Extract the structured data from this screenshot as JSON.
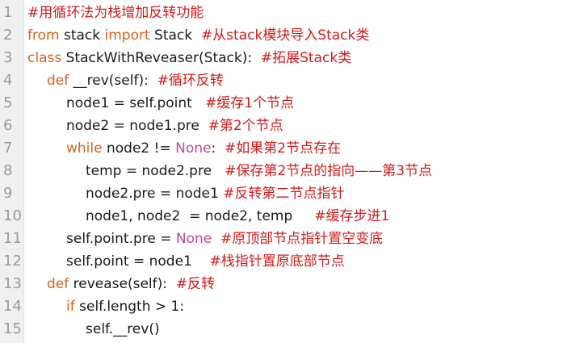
{
  "editor": {
    "colors": {
      "keyword": "#d6621a",
      "none_constant": "#c0479a",
      "comment": "#d31a1a",
      "text": "#1a1a1a",
      "line_number": "#9a9a9a"
    },
    "lines": [
      {
        "num": "1",
        "indent": 0,
        "tokens": [
          {
            "t": "#用循环法为栈增加反转功能",
            "c": "cm"
          }
        ]
      },
      {
        "num": "2",
        "indent": 0,
        "tokens": [
          {
            "t": "from",
            "c": "kw"
          },
          {
            "t": " stack ",
            "c": ""
          },
          {
            "t": "import",
            "c": "kw"
          },
          {
            "t": " Stack  ",
            "c": ""
          },
          {
            "t": "#从stack模块导入Stack类",
            "c": "cm"
          }
        ]
      },
      {
        "num": "3",
        "indent": 0,
        "tokens": [
          {
            "t": "class",
            "c": "kw"
          },
          {
            "t": " StackWithReveaser(Stack):  ",
            "c": ""
          },
          {
            "t": "#拓展Stack类",
            "c": "cm"
          }
        ]
      },
      {
        "num": "4",
        "indent": 1,
        "tokens": [
          {
            "t": "def",
            "c": "kw"
          },
          {
            "t": " __rev(self):  ",
            "c": ""
          },
          {
            "t": "#循环反转",
            "c": "cm"
          }
        ]
      },
      {
        "num": "5",
        "indent": 2,
        "tokens": [
          {
            "t": "node1 = self.point   ",
            "c": ""
          },
          {
            "t": "#缓存1个节点",
            "c": "cm"
          }
        ]
      },
      {
        "num": "6",
        "indent": 2,
        "tokens": [
          {
            "t": "node2 = node1.pre  ",
            "c": ""
          },
          {
            "t": "#第2个节点",
            "c": "cm"
          }
        ]
      },
      {
        "num": "7",
        "indent": 2,
        "tokens": [
          {
            "t": "while",
            "c": "kw"
          },
          {
            "t": " node2 != ",
            "c": ""
          },
          {
            "t": "None",
            "c": "none"
          },
          {
            "t": ":  ",
            "c": ""
          },
          {
            "t": "#如果第2节点存在",
            "c": "cm"
          }
        ]
      },
      {
        "num": "8",
        "indent": 3,
        "tokens": [
          {
            "t": "temp = node2.pre   ",
            "c": ""
          },
          {
            "t": "#保存第2节点的指向——第3节点",
            "c": "cm"
          }
        ]
      },
      {
        "num": "9",
        "indent": 3,
        "tokens": [
          {
            "t": "node2.pre = node1 ",
            "c": ""
          },
          {
            "t": "#反转第二节点指针",
            "c": "cm"
          }
        ]
      },
      {
        "num": "10",
        "indent": 3,
        "tokens": [
          {
            "t": "node1, node2  = node2, temp     ",
            "c": ""
          },
          {
            "t": "#缓存步进1",
            "c": "cm"
          }
        ]
      },
      {
        "num": "11",
        "indent": 2,
        "tokens": [
          {
            "t": "self.point.pre = ",
            "c": ""
          },
          {
            "t": "None",
            "c": "none"
          },
          {
            "t": "  ",
            "c": ""
          },
          {
            "t": "#原顶部节点指针置空变底",
            "c": "cm"
          }
        ]
      },
      {
        "num": "12",
        "indent": 2,
        "tokens": [
          {
            "t": "self.point = node1    ",
            "c": ""
          },
          {
            "t": "#栈指针置原底部节点",
            "c": "cm"
          }
        ]
      },
      {
        "num": "13",
        "indent": 1,
        "tokens": [
          {
            "t": "def",
            "c": "kw"
          },
          {
            "t": " revease(self):  ",
            "c": ""
          },
          {
            "t": "#反转",
            "c": "cm"
          }
        ]
      },
      {
        "num": "14",
        "indent": 2,
        "tokens": [
          {
            "t": "if",
            "c": "kw"
          },
          {
            "t": " self.length > 1:",
            "c": ""
          }
        ]
      },
      {
        "num": "15",
        "indent": 3,
        "tokens": [
          {
            "t": "self.__rev()",
            "c": ""
          }
        ]
      }
    ]
  }
}
